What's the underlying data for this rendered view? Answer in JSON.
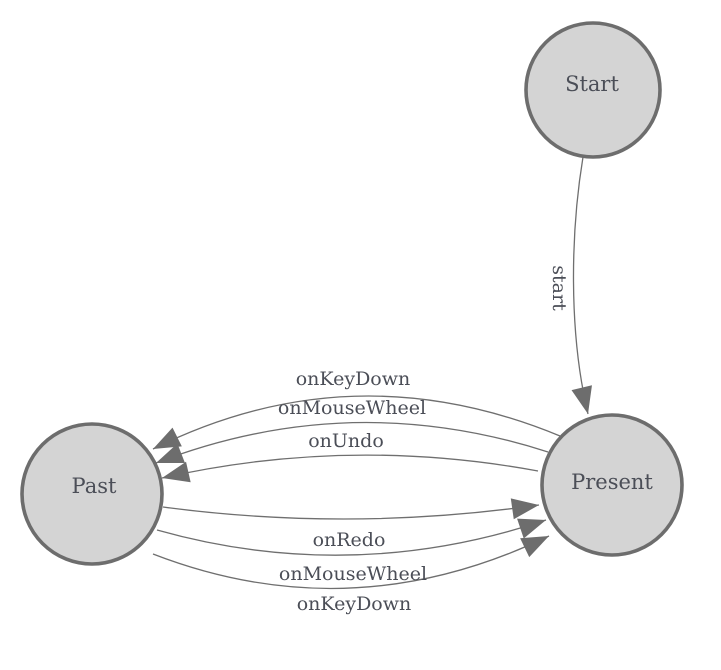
{
  "diagram": {
    "type": "state-machine",
    "background_color": "#ffffff",
    "node_fill_color": "#d4d4d4",
    "node_stroke_color": "#6d6d6d",
    "edge_stroke_color": "#6f6f6f",
    "arrowhead_color": "#6d6d6d",
    "text_color": "#4b4e57",
    "nodes": [
      {
        "id": "start",
        "label": "Start"
      },
      {
        "id": "present",
        "label": "Present"
      },
      {
        "id": "past",
        "label": "Past"
      }
    ],
    "edges": [
      {
        "from": "Start",
        "to": "Present",
        "label": "start"
      },
      {
        "from": "Present",
        "to": "Past",
        "label": "onKeyDown"
      },
      {
        "from": "Present",
        "to": "Past",
        "label": "onMouseWheel"
      },
      {
        "from": "Present",
        "to": "Past",
        "label": "onUndo"
      },
      {
        "from": "Past",
        "to": "Present",
        "label": "onRedo"
      },
      {
        "from": "Past",
        "to": "Present",
        "label": "onMouseWheel"
      },
      {
        "from": "Past",
        "to": "Present",
        "label": "onKeyDown"
      }
    ]
  }
}
